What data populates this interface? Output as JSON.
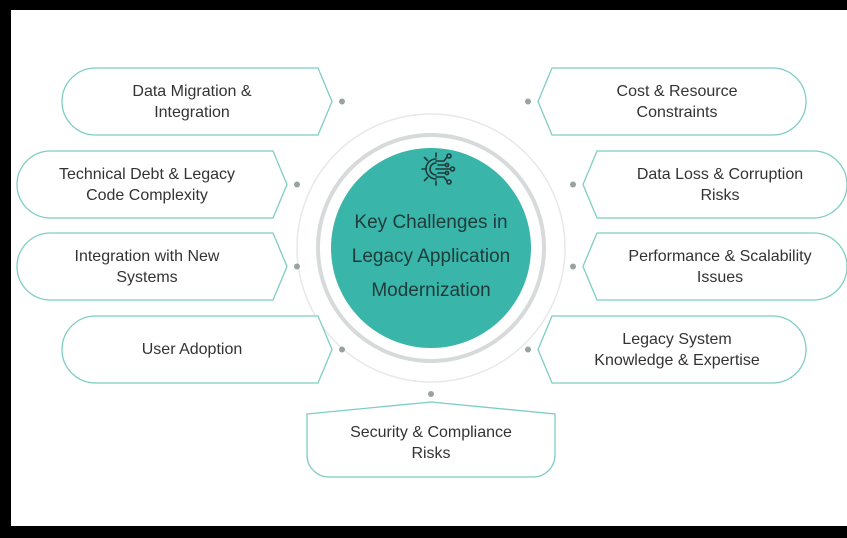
{
  "center": {
    "title": "Key Challenges in\nLegacy Application\nModernization",
    "icon": "gear-circuit-icon",
    "fill_color": "#3ab5aa"
  },
  "nodes": [
    {
      "id": "data-migration",
      "label": "Data Migration &\nIntegration",
      "side": "left"
    },
    {
      "id": "technical-debt",
      "label": "Technical Debt & Legacy\nCode Complexity",
      "side": "left"
    },
    {
      "id": "integration-new-systems",
      "label": "Integration with New\nSystems",
      "side": "left"
    },
    {
      "id": "user-adoption",
      "label": "User Adoption",
      "side": "left"
    },
    {
      "id": "cost-resource",
      "label": "Cost & Resource\nConstraints",
      "side": "right"
    },
    {
      "id": "data-loss",
      "label": "Data Loss & Corruption\nRisks",
      "side": "right"
    },
    {
      "id": "performance-scalability",
      "label": "Performance & Scalability\nIssues",
      "side": "right"
    },
    {
      "id": "legacy-knowledge",
      "label": "Legacy System\nKnowledge & Expertise",
      "side": "right"
    },
    {
      "id": "security-compliance",
      "label": "Security & Compliance\nRisks",
      "side": "bottom"
    }
  ],
  "colors": {
    "accent": "#3ab5aa",
    "outline": "#7ecdc4",
    "ring": "#d9dcdc",
    "text": "#333333",
    "dot": "#9aa3a3"
  }
}
